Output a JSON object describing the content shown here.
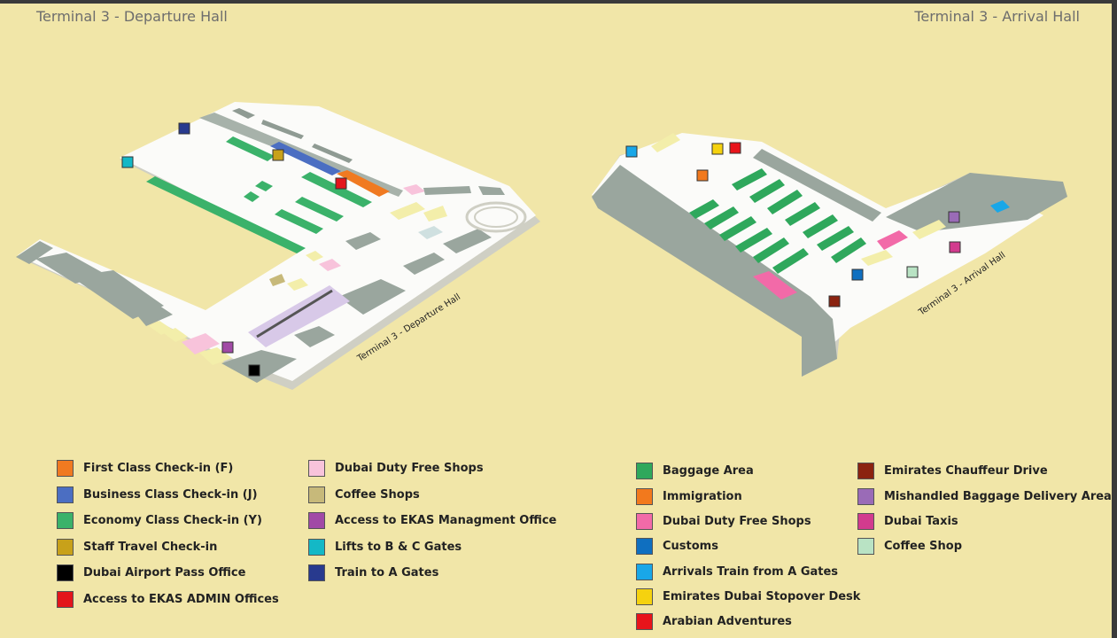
{
  "titles": {
    "departure": "Terminal 3 - Departure Hall",
    "arrival": "Terminal 3 - Arrival Hall"
  },
  "map_labels": {
    "departure": "Terminal 3 - Departure Hall",
    "arrival": "Terminal 3 - Arrival Hall"
  },
  "legend_departure": [
    {
      "label": "First Class Check-in (F)",
      "color": "#f07a21"
    },
    {
      "label": "Business Class Check-in (J)",
      "color": "#4b6ec2"
    },
    {
      "label": "Economy Class Check-in (Y)",
      "color": "#3bb26a"
    },
    {
      "label": "Staff Travel Check-in",
      "color": "#c8a11a"
    },
    {
      "label": "Dubai Airport Pass Office",
      "color": "#000000"
    },
    {
      "label": "Access to EKAS ADMIN Offices",
      "color": "#e3151b"
    },
    {
      "label": "Dubai Duty Free Shops",
      "color": "#f8c3db"
    },
    {
      "label": "Coffee Shops",
      "color": "#c7b97a"
    },
    {
      "label": "Access to EKAS Managment Office",
      "color": "#a14aa6"
    },
    {
      "label": "Lifts to B & C Gates",
      "color": "#14b8c6"
    },
    {
      "label": "Train to A Gates",
      "color": "#283a8e"
    }
  ],
  "legend_arrival": [
    {
      "label": "Baggage Area",
      "color": "#2fa85c"
    },
    {
      "label": "Immigration",
      "color": "#f2791d"
    },
    {
      "label": "Dubai Duty Free Shops",
      "color": "#f26aa8"
    },
    {
      "label": "Customs",
      "color": "#0f6fc0"
    },
    {
      "label": "Arrivals Train from A Gates",
      "color": "#19a7e8"
    },
    {
      "label": "Emirates Dubai Stopover Desk",
      "color": "#f5d20f"
    },
    {
      "label": "Arabian Adventures",
      "color": "#e8141b"
    },
    {
      "label": "Emirates Chauffeur Drive",
      "color": "#8b2310"
    },
    {
      "label": "Mishandled Baggage Delivery Area",
      "color": "#9a6bb7"
    },
    {
      "label": "Dubai Taxis",
      "color": "#d23b8e"
    },
    {
      "label": "Coffee Shop",
      "color": "#b9e3c4"
    }
  ]
}
